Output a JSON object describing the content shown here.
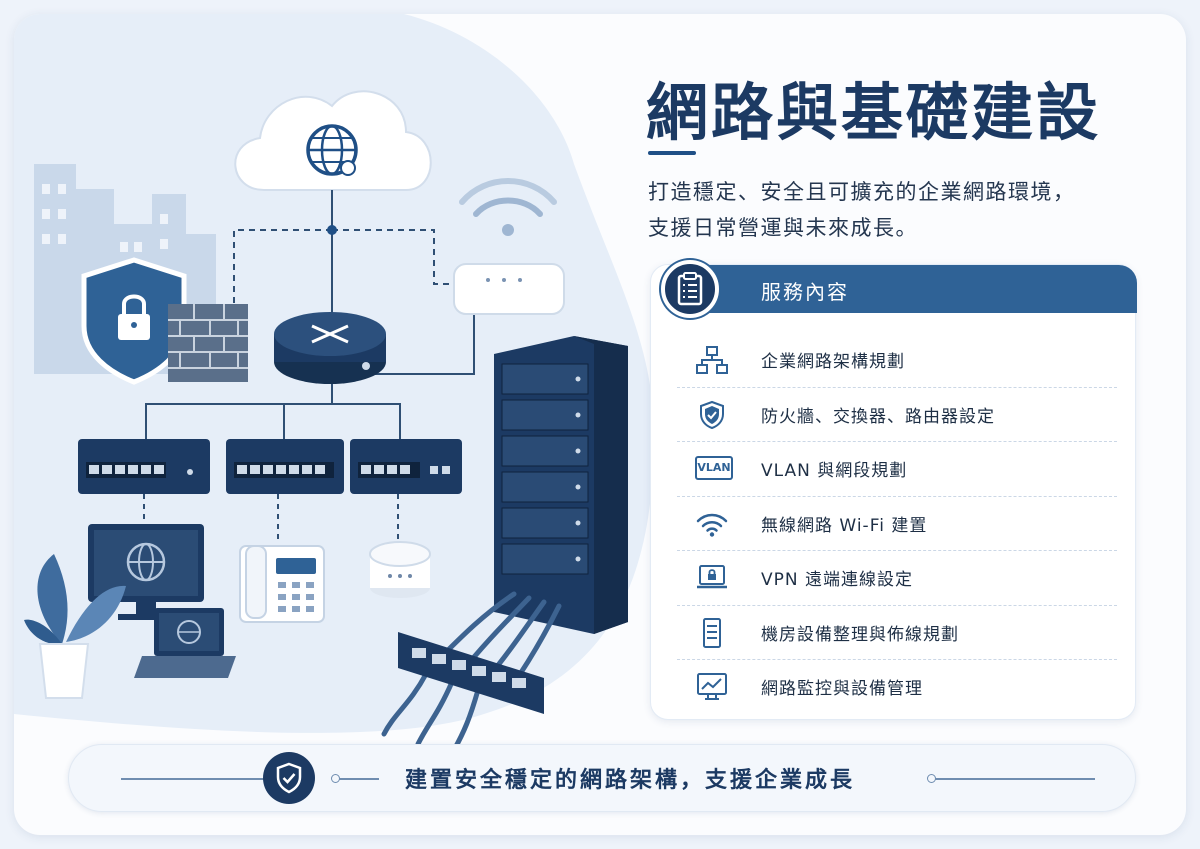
{
  "header": {
    "title": "網路與基礎建設",
    "subtitle_lines": [
      "打造穩定、安全且可擴充的企業網路環境，",
      "支援日常營運與未來成長。"
    ]
  },
  "services": {
    "heading": "服務內容",
    "heading_icon": "clipboard-list-icon",
    "items": [
      {
        "label": "企業網路架構規劃",
        "icon": "network-topology-icon"
      },
      {
        "label": "防火牆、交換器、路由器設定",
        "icon": "shield-check-icon"
      },
      {
        "label": "VLAN 與網段規劃",
        "icon": "vlan-icon",
        "icon_text": "VLAN"
      },
      {
        "label": "無線網路 Wi-Fi 建置",
        "icon": "wifi-icon"
      },
      {
        "label": "VPN 遠端連線設定",
        "icon": "laptop-lock-icon"
      },
      {
        "label": "機房設備整理與佈線規劃",
        "icon": "server-rack-icon"
      },
      {
        "label": "網路監控與設備管理",
        "icon": "monitor-chart-icon"
      }
    ]
  },
  "footer": {
    "tagline": "建置安全穩定的網路架構，支援企業成長",
    "icon": "shield-check-icon"
  },
  "colors": {
    "primary_dark": "#1c3a63",
    "primary": "#2f6296",
    "text": "#24364f",
    "background": "#fbfcfe"
  }
}
